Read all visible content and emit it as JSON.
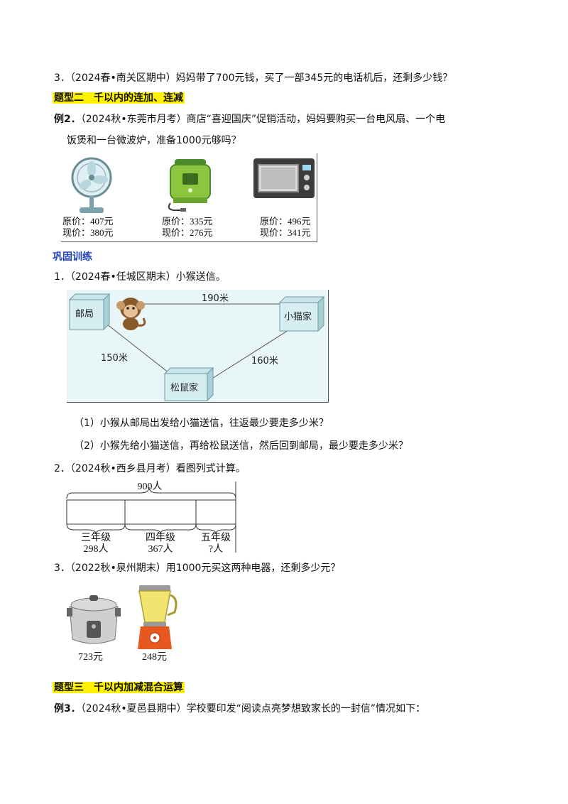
{
  "q3_top": "3．（2024春•南关区期中）妈妈带了700元钱，买了一部345元的电话机后，还剩多少钱？",
  "section2": {
    "title": "题型二　千以内的连加、连减"
  },
  "ex2": {
    "label": "例2．",
    "text1": "（2024秋•东莞市月考）商店“喜迎国庆”促销活动，妈妈要购买一台电风扇、一个电",
    "text2": "饭煲和一台微波炉，准备1000元够吗？",
    "items": [
      {
        "icon": "fan-icon",
        "orig": "原价：407元",
        "now": "现价：380元"
      },
      {
        "icon": "rice-cooker-icon",
        "orig": "原价：335元",
        "now": "现价：276元"
      },
      {
        "icon": "microwave-icon",
        "orig": "原价：496元",
        "now": "现价：341元"
      }
    ]
  },
  "practice": {
    "title": "巩固训练"
  },
  "p1": {
    "text": "1．（2024春•任城区期末）小猴送信。",
    "map": {
      "post": "邮局",
      "cat": "小猫家",
      "squirrel": "松鼠家",
      "d_post_cat": "190米",
      "d_post_squirrel": "150米",
      "d_squirrel_cat": "160米"
    },
    "sub1": "（1）小猴从邮局出发给小猫送信，往返最少要走多少米？",
    "sub2": "（2）小猴先给小猫送信，再给松鼠送信，然后回到邮局，最少要走多少米？"
  },
  "p2": {
    "text": "2．（2024秋•西乡县月考）看图列式计算。",
    "total": "900人",
    "grades": [
      {
        "name": "三年级",
        "count": "298人"
      },
      {
        "name": "四年级",
        "count": "367人"
      },
      {
        "name": "五年级",
        "count": "?人"
      }
    ]
  },
  "p3": {
    "text": "3．（2022秋•泉州期末）用1000元买这两种电器，还剩多少元？",
    "items": [
      {
        "icon": "rice-cooker-icon",
        "price": "723元"
      },
      {
        "icon": "blender-icon",
        "price": "248元"
      }
    ]
  },
  "section3": {
    "title": "题型三　千以内加减混合运算"
  },
  "ex3": {
    "label": "例3．",
    "text": "（2024秋•夏邑县期中）学校要印发“阅读点亮梦想致家长的一封信”情况如下："
  }
}
